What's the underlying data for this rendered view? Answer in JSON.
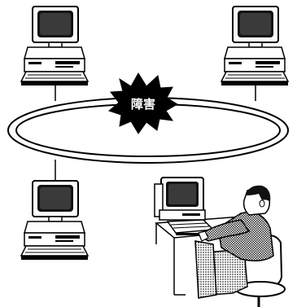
{
  "fault": {
    "label": "障害"
  },
  "nodes": [
    {
      "name": "computer-top-left"
    },
    {
      "name": "computer-top-right"
    },
    {
      "name": "computer-bottom-left"
    },
    {
      "name": "operator-workstation"
    }
  ]
}
